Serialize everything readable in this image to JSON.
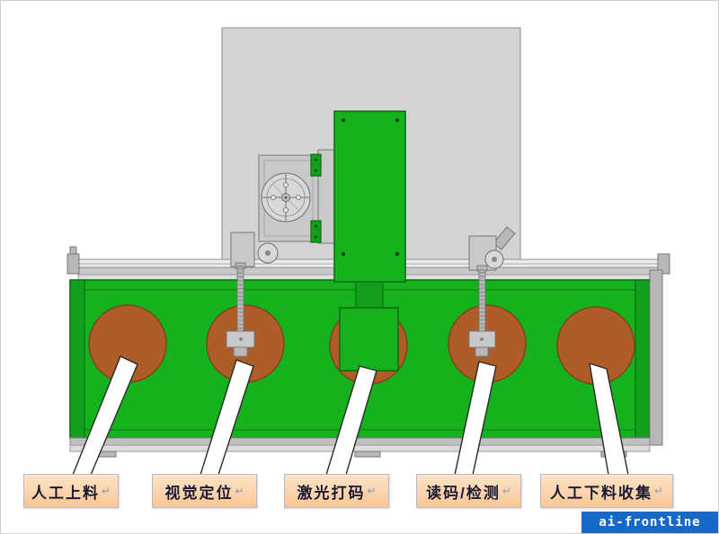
{
  "diagram": {
    "kind": "laser-marking-line-process-diagram",
    "stations": [
      "manual-loading",
      "vision-positioning",
      "laser-marking",
      "code-reading-inspection",
      "manual-unloading-collection"
    ]
  },
  "callouts": [
    {
      "text": "人工上料",
      "mark": "↵"
    },
    {
      "text": "视觉定位",
      "mark": "↵"
    },
    {
      "text": "激光打码",
      "mark": "↵"
    },
    {
      "text": "读码/检测",
      "mark": "↵"
    },
    {
      "text": "人工下料收集",
      "mark": "↵"
    }
  ],
  "watermark": {
    "text": "ai-frontline"
  },
  "colors": {
    "machine_green": "#16b21e",
    "machine_green_mid": "#12a01c",
    "machine_green_dark": "#0a6e12",
    "disc_brown": "#ae5d29",
    "disc_brown_dark": "#7d4418",
    "cabinet_gray": "#d4d4d4",
    "callout_bg_top": "#fde4c9",
    "callout_bg_bottom": "#f9c693",
    "callout_border": "#b9b9c9",
    "watermark_bg": "#1669c9"
  }
}
